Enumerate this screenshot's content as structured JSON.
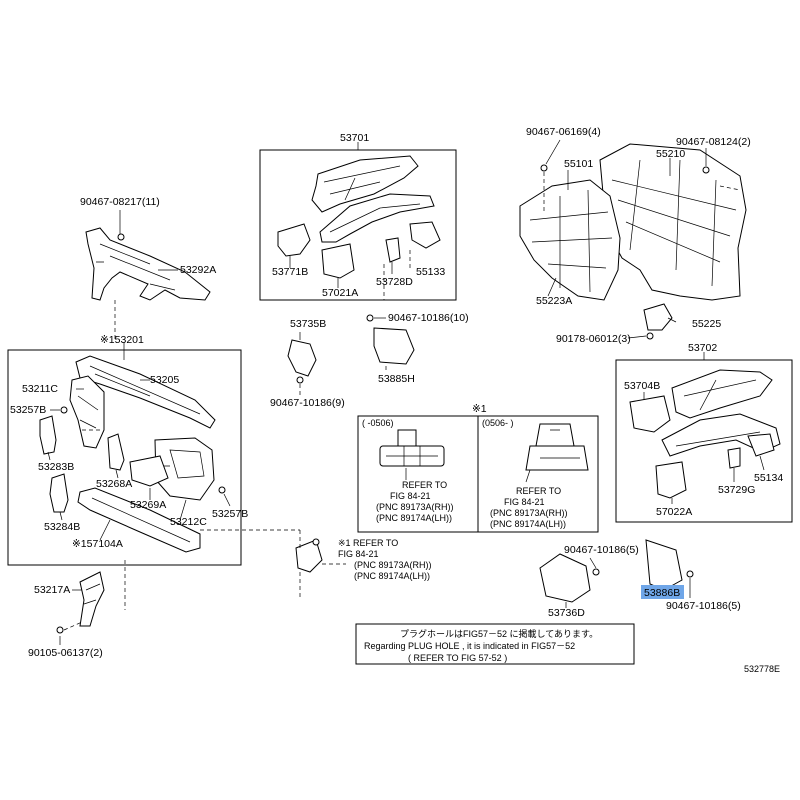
{
  "parts": {
    "p90467_08217": "90467-08217(11)",
    "p53292A": "53292A",
    "p53201": "※153201",
    "p53211C": "53211C",
    "p53205": "53205",
    "p53257B_left": "53257B",
    "p53283B": "53283B",
    "p53268A": "53268A",
    "p53269A": "53269A",
    "p53284B": "53284B",
    "p53212C": "53212C",
    "p53257B_right": "53257B",
    "p57104A": "※157104A",
    "p53217A": "53217A",
    "p90105_06137": "90105-06137(2)",
    "p53701": "53701",
    "p53771B": "53771B",
    "p57021A": "57021A",
    "p53728D": "53728D",
    "p55133": "55133",
    "p53735B": "53735B",
    "p90467_10186_10": "90467-10186(10)",
    "p53885H": "53885H",
    "p90467_10186_9": "90467-10186(9)",
    "p90467_06169": "90467-06169(4)",
    "p55101": "55101",
    "p55210": "55210",
    "p90467_08124": "90467-08124(2)",
    "p55223A": "55223A",
    "p55225": "55225",
    "p90178_06012": "90178-06012(3)",
    "p53702": "53702",
    "p53704B": "53704B",
    "p55134": "55134",
    "p53729G": "53729G",
    "p57022A": "57022A",
    "p90467_10186_5a": "90467-10186(5)",
    "p53886B": "53886B",
    "p90467_10186_5b": "90467-10186(5)",
    "p53736D": "53736D"
  },
  "inset": {
    "marker": "※1",
    "left_range": "(    -0506)",
    "right_range": "(0506-      )",
    "refer_lines": [
      "REFER TO",
      "FIG 84-21",
      "(PNC 89173A(RH))",
      "(PNC 89174A(LH))"
    ]
  },
  "bottom_refer": {
    "lines": [
      "※1 REFER TO",
      "FIG 84-21",
      "(PNC 89173A(RH))",
      "(PNC 89174A(LH))"
    ]
  },
  "notice": {
    "line1": "プラグホールはFIG57－52 に掲載してあります。",
    "line2": "Regarding  PLUG HOLE ,  it is indicated in FIG57－52",
    "line3": "(    REFER TO FIG 57-52  )"
  },
  "diagram_id": "532778E",
  "colors": {
    "highlight": "#6fa6e8",
    "line": "#000000"
  }
}
